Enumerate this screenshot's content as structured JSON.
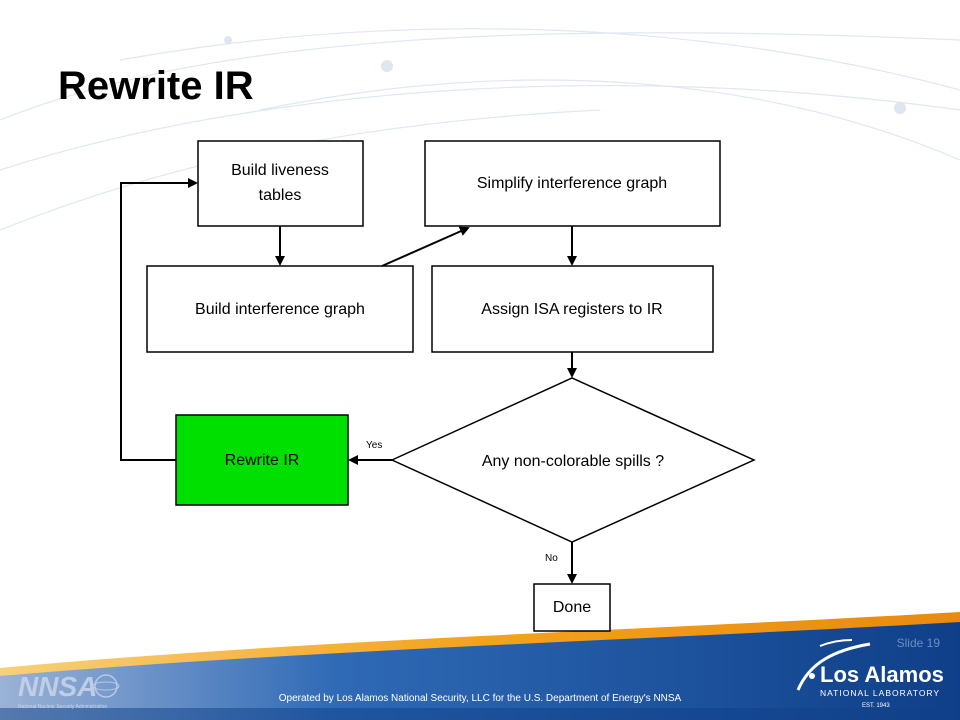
{
  "slide": {
    "title": "Rewrite IR",
    "slide_number": "Slide 19",
    "footer": "Operated by Los Alamos National Security, LLC for the U.S. Department of Energy's NNSA"
  },
  "diagram": {
    "nodes": {
      "liveness": [
        "Build liveness",
        "tables"
      ],
      "simplify": "Simplify interference graph",
      "build_graph": "Build interference graph",
      "assign": "Assign ISA registers to IR",
      "decision": "Any non-colorable spills ?",
      "rewrite": "Rewrite IR",
      "done": "Done"
    },
    "edge_labels": {
      "yes": "Yes",
      "no": "No"
    }
  },
  "logos": {
    "nnsa": {
      "text": "NNSA",
      "tagline": "National Nuclear Security Administration"
    },
    "lanl": {
      "name": "Los Alamos",
      "subtitle": "NATIONAL LABORATORY",
      "est": "EST. 1943"
    }
  },
  "colors": {
    "rewrite_fill": "#00e000",
    "footer_blue": "#1c5aa8",
    "footer_orange": "#f4a21c",
    "accent_text": "#6a8ec0"
  }
}
